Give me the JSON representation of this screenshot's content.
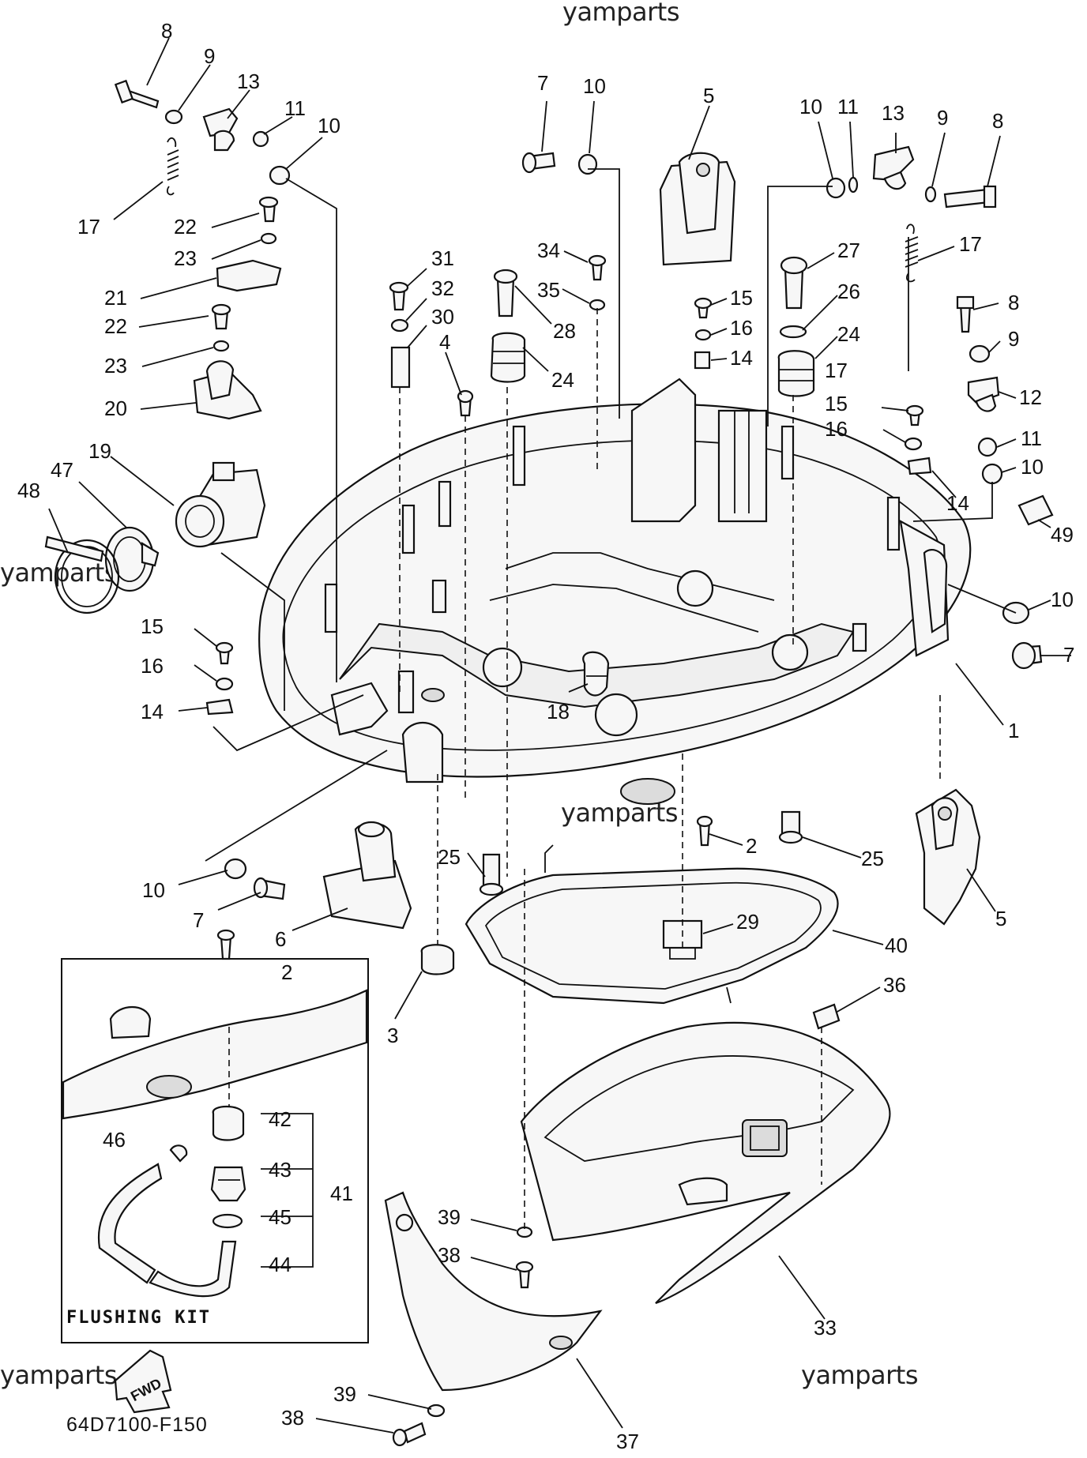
{
  "watermarks": [
    "yamparts",
    "yamparts",
    "yamparts",
    "yamparts",
    "yamparts",
    "yamparts"
  ],
  "inset": {
    "title": "FLUSHING KIT"
  },
  "fwd_arrow": "FWD",
  "diagram_code": "64D7100-F150",
  "callouts": {
    "c1": "8",
    "c2": "9",
    "c3": "13",
    "c4": "11",
    "c5": "10",
    "c6": "17",
    "c7": "22",
    "c8": "23",
    "c9": "21",
    "c10": "22",
    "c11": "23",
    "c12": "20",
    "c13": "19",
    "c14": "47",
    "c15": "48",
    "c16": "7",
    "c17": "10",
    "c18": "5",
    "c19": "31",
    "c20": "32",
    "c21": "30",
    "c22": "4",
    "c23": "34",
    "c24": "35",
    "c25": "28",
    "c26": "24",
    "c27": "10",
    "c28": "11",
    "c29": "13",
    "c30": "9",
    "c31": "8",
    "c32": "17",
    "c33": "27",
    "c34": "26",
    "c35": "24",
    "c36": "15",
    "c37": "16",
    "c38": "14",
    "c39": "8",
    "c40": "9",
    "c41": "17",
    "c42": "12",
    "c43": "15",
    "c44": "11",
    "c45": "16",
    "c46": "10",
    "c47": "14",
    "c48": "49",
    "c49": "10",
    "c50": "7",
    "c51": "1",
    "c52": "15",
    "c53": "16",
    "c54": "14",
    "c55": "18",
    "c56": "2",
    "c57": "25",
    "c58": "25",
    "c59": "5",
    "c60": "10",
    "c61": "7",
    "c62": "6",
    "c63": "29",
    "c64": "40",
    "c65": "36",
    "c66": "3",
    "c67": "2",
    "c68": "42",
    "c69": "46",
    "c70": "43",
    "c71": "41",
    "c72": "45",
    "c73": "44",
    "c74": "39",
    "c75": "38",
    "c76": "33",
    "c77": "39",
    "c78": "38",
    "c79": "37"
  }
}
